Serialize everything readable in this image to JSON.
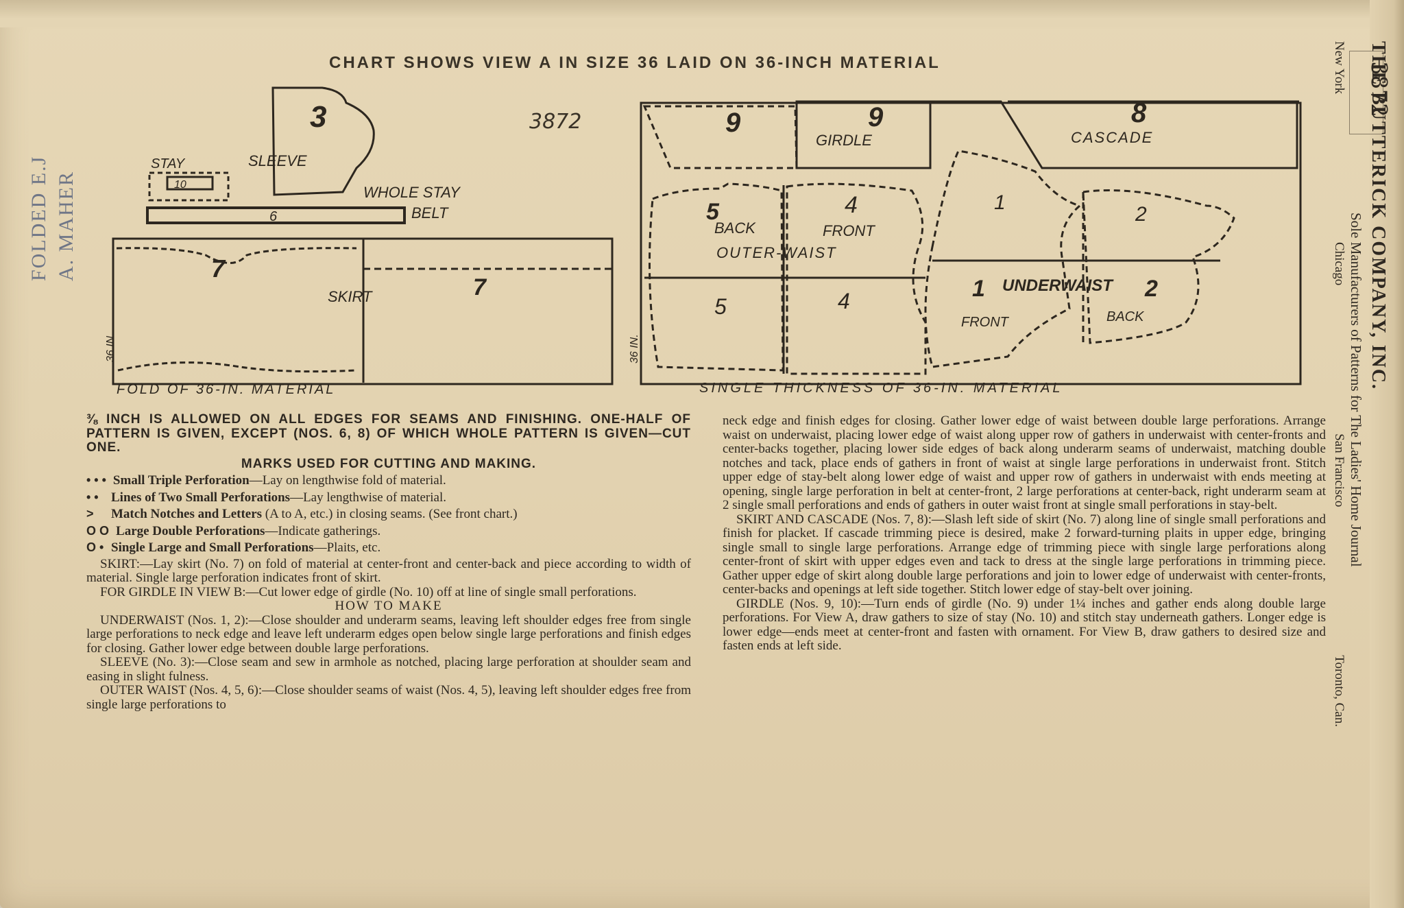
{
  "title": "CHART SHOWS VIEW A IN SIZE 36 LAID ON 36-INCH MATERIAL",
  "stamp": {
    "line1": "FOLDED E.J",
    "line2": "A. MAHER"
  },
  "pattern_number_handwritten": "3872",
  "side_number": "3872",
  "publisher": {
    "name": "THE BUTTERICK COMPANY, INC.",
    "line2": "Sole Manufacturers of Patterns for The Ladies' Home Journal",
    "cities": [
      "New York",
      "Chicago",
      "San Francisco",
      "Toronto, Can."
    ]
  },
  "left_layout": {
    "labels": {
      "sleeve_num": "3",
      "sleeve": "SLEEVE",
      "stay": "STAY",
      "stay_num": "10",
      "whole_stay": "WHOLE STAY",
      "belt": "BELT",
      "belt_num": "6",
      "skirt_num_a": "7",
      "skirt": "SKIRT",
      "skirt_num_b": "7",
      "width": "36 IN.",
      "fold": "FOLD OF 36-IN. MATERIAL"
    }
  },
  "right_layout": {
    "labels": {
      "p9a": "9",
      "p9b": "9",
      "girdle": "GIRDLE",
      "p8": "8",
      "cascade": "CASCADE",
      "p5": "5",
      "back": "BACK",
      "p4": "4",
      "front": "FRONT",
      "outer_waist": "OUTER-WAIST",
      "p5b": "5",
      "p4b": "4",
      "p1": "1",
      "p2": "2",
      "p1b": "1",
      "underwaist": "UNDERWAIST",
      "p2b": "2",
      "uw_front": "FRONT",
      "uw_back": "BACK",
      "width": "36 IN.",
      "caption": "SINGLE THICKNESS OF 36-IN. MATERIAL"
    }
  },
  "left_text": {
    "intro": "⅜ INCH IS ALLOWED ON ALL EDGES FOR SEAMS AND FINISHING. ONE-HALF OF PATTERN IS GIVEN, EXCEPT (NOS. 6, 8) OF WHICH WHOLE PATTERN IS GIVEN—CUT ONE.",
    "marks_heading": "MARKS USED FOR CUTTING AND MAKING.",
    "marks": [
      {
        "sym": "• • •",
        "name": "Small Triple Perforation",
        "desc": "—Lay on lengthwise fold of material."
      },
      {
        "sym": "• •",
        "name": "Lines of Two Small Perforations",
        "desc": "—Lay lengthwise of material."
      },
      {
        "sym": ">",
        "name": "Match Notches and Letters",
        "desc": " (A to A, etc.) in closing seams. (See front chart.)"
      },
      {
        "sym": "O O",
        "name": "Large Double Perforations",
        "desc": "—Indicate gatherings."
      },
      {
        "sym": "O •",
        "name": "Single Large and Small Perforations",
        "desc": "—Plaits, etc."
      }
    ],
    "skirt": "SKIRT:—Lay skirt (No. 7) on fold of material at center-front and center-back and piece according to width of material. Single large perforation indicates front of skirt.",
    "girdle_b": "FOR GIRDLE IN VIEW B:—Cut lower edge of girdle (No. 10) off at line of single small perforations.",
    "how_heading": "HOW TO MAKE",
    "underwaist": "UNDERWAIST (Nos. 1, 2):—Close shoulder and underarm seams, leaving left shoulder edges free from single large perforations to neck edge and leave left underarm edges open below single large perforations and finish edges for closing. Gather lower edge between double large perforations.",
    "sleeve": "SLEEVE (No. 3):—Close seam and sew in armhole as notched, placing large perforation at shoulder seam and easing in slight fulness.",
    "outer_waist": "OUTER WAIST (Nos. 4, 5, 6):—Close shoulder seams of waist (Nos. 4, 5), leaving left shoulder edges free from single large perforations to"
  },
  "right_text": {
    "cont": "neck edge and finish edges for closing. Gather lower edge of waist between double large perforations. Arrange waist on underwaist, placing lower edge of waist along upper row of gathers in underwaist with center-fronts and center-backs together, placing lower side edges of back along underarm seams of underwaist, matching double notches and tack, place ends of gathers in front of waist at single large perforations in underwaist front. Stitch upper edge of stay-belt along lower edge of waist and upper row of gathers in underwaist with ends meeting at opening, single large perforation in belt at center-front, 2 large perforations at center-back, right underarm seam at 2 single small perforations and ends of gathers in outer waist front at single small perforations in stay-belt.",
    "skirt_cascade": "SKIRT AND CASCADE (Nos. 7, 8):—Slash left side of skirt (No. 7) along line of single small perforations and finish for placket. If cascade trimming piece is desired, make 2 forward-turning plaits in upper edge, bringing single small to single large perforations. Arrange edge of trimming piece with single large perforations along center-front of skirt with upper edges even and tack to dress at the single large perforations in trimming piece. Gather upper edge of skirt along double large perforations and join to lower edge of underwaist with center-fronts, center-backs and openings at left side together. Stitch lower edge of stay-belt over joining.",
    "girdle": "GIRDLE (Nos. 9, 10):—Turn ends of girdle (No. 9) under 1¼ inches and gather ends along double large perforations. For View A, draw gathers to size of stay (No. 10) and stitch stay underneath gathers. Longer edge is lower edge—ends meet at center-front and fasten with ornament. For View B, draw gathers to desired size and fasten ends at left side."
  }
}
